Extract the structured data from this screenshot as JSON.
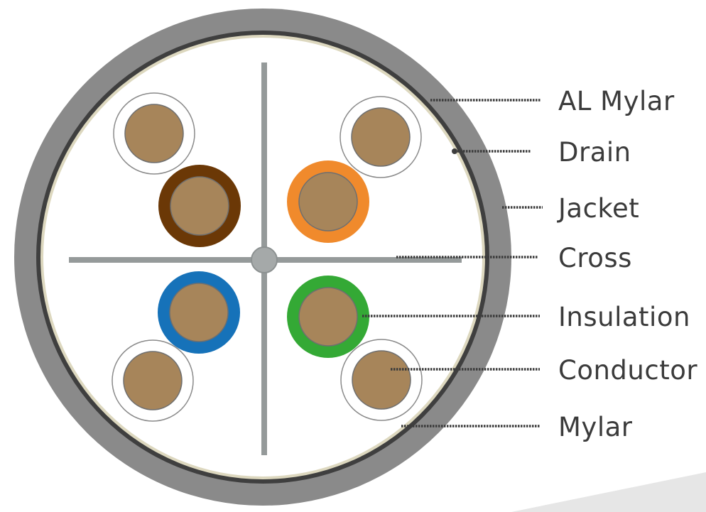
{
  "diagram": {
    "labels": {
      "al_mylar": "AL Mylar",
      "drain": "Drain",
      "jacket": "Jacket",
      "cross": "Cross",
      "insulation": "Insulation",
      "conductor": "Conductor",
      "mylar": "Mylar"
    },
    "colors": {
      "jacket": "#8a8a8a",
      "al_mylar": "#3f3f3f",
      "mylar": "#ddd8bf",
      "cross": "#959a9a",
      "conductor": "#a7855a",
      "pair_brown": "#6b3806",
      "pair_orange": "#f08a2c",
      "pair_blue": "#1672b9",
      "pair_green": "#34a935",
      "pair_white": "#ffffff",
      "text": "#3b3b3b"
    }
  }
}
